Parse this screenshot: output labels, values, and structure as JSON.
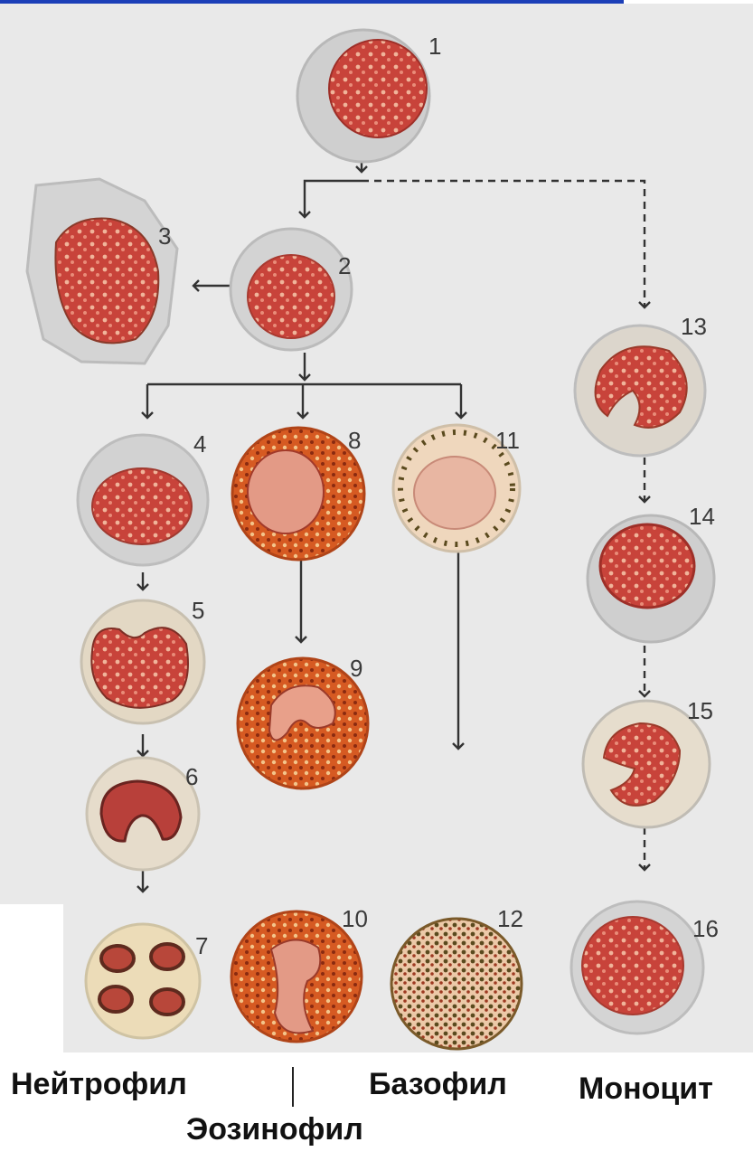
{
  "colors": {
    "background": "#e9e9e9",
    "cytoplasm_pale": "#cfcfcf",
    "cytoplasm_pink": "#ecc9b2",
    "nucleus": "#c8433a",
    "nucleus_light": "#e69a86",
    "eosinophil_granules": "#d24a1c",
    "basophil_granules": "#5a4a1e",
    "arrow": "#333333",
    "top_bar": "#1c3fb8"
  },
  "cells": [
    {
      "num": "1"
    },
    {
      "num": "2"
    },
    {
      "num": "3"
    },
    {
      "num": "4"
    },
    {
      "num": "5"
    },
    {
      "num": "6"
    },
    {
      "num": "7"
    },
    {
      "num": "8"
    },
    {
      "num": "9"
    },
    {
      "num": "10"
    },
    {
      "num": "11"
    },
    {
      "num": "12"
    },
    {
      "num": "13"
    },
    {
      "num": "14"
    },
    {
      "num": "15"
    },
    {
      "num": "16"
    }
  ],
  "captions": {
    "neutrophil": "Нейтрофил",
    "eosinophil": "Эозинофил",
    "basophil": "Базофил",
    "monocyte": "Моноцит"
  }
}
